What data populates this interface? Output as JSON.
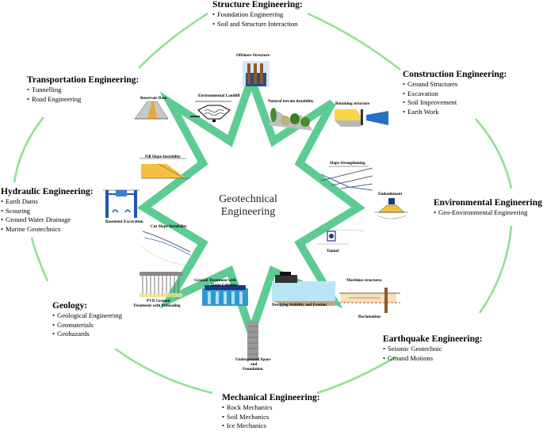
{
  "center": {
    "line1": "Geotechnical",
    "line2": "Engineering"
  },
  "colors": {
    "ring": "#90e090",
    "star": "#5ccc92",
    "star_inner": "#ffffff"
  },
  "groups": [
    {
      "id": "structure",
      "title": "Structure Engineering:",
      "items": [
        "Foundation Engineering",
        "Soil and Structure Interaction"
      ]
    },
    {
      "id": "construction",
      "title": "Construction Engineering:",
      "items": [
        "Ground Structures",
        "Excavation",
        "Soil Improvement",
        "Earth Work"
      ]
    },
    {
      "id": "environmental",
      "title": "Environmental Engineering:",
      "items": [
        "Geo-Environmental Engineering"
      ]
    },
    {
      "id": "earthquake",
      "title": "Earthquake Engineering:",
      "items": [
        "Seismic Geotechnic",
        "Ground Motions"
      ]
    },
    {
      "id": "mechanical",
      "title": "Mechanical Engineering:",
      "items": [
        "Rock Mechanics",
        "Soil Mechanics",
        "Ice Mechanics"
      ]
    },
    {
      "id": "geology",
      "title": "Geology:",
      "items": [
        "Geological Engineering",
        "Geomaterials",
        "Geohazards"
      ]
    },
    {
      "id": "hydraulic",
      "title": "Hydraulic Engineering:",
      "items": [
        "Earth Dams",
        "Scouring",
        "Ground Water Drainage",
        "Marine Geotechnics"
      ]
    },
    {
      "id": "transportation",
      "title": "Transportation Engineering:",
      "items": [
        "Tunnelling",
        "Road Engineering"
      ]
    }
  ],
  "illustrations": {
    "offshore": "Offshore Structure",
    "landfill": "Environmental Landfill",
    "dam": "Reservoir Dam",
    "terrain": "Natural terrain instability",
    "retaining": "Retaining structure",
    "fill": "Fill Slope Instability",
    "strengthening": "Slope Strengthening",
    "embankment": "Embankment",
    "basement": "Basement Excavation",
    "cut": "Cut Slope Instability",
    "tunnel": "Tunnel",
    "pvd1": "PVD Ground",
    "pvd2": "Treatment with Preloading",
    "stone1": "Ground Treatment with",
    "stone2": "Stone Columns",
    "dredging": "Dredging Stability and Erosion",
    "maritime": "Maritime structures",
    "reclamation": "Reclamation",
    "underground1": "Underground Space",
    "underground2": "and",
    "underground3": "Foundation"
  }
}
